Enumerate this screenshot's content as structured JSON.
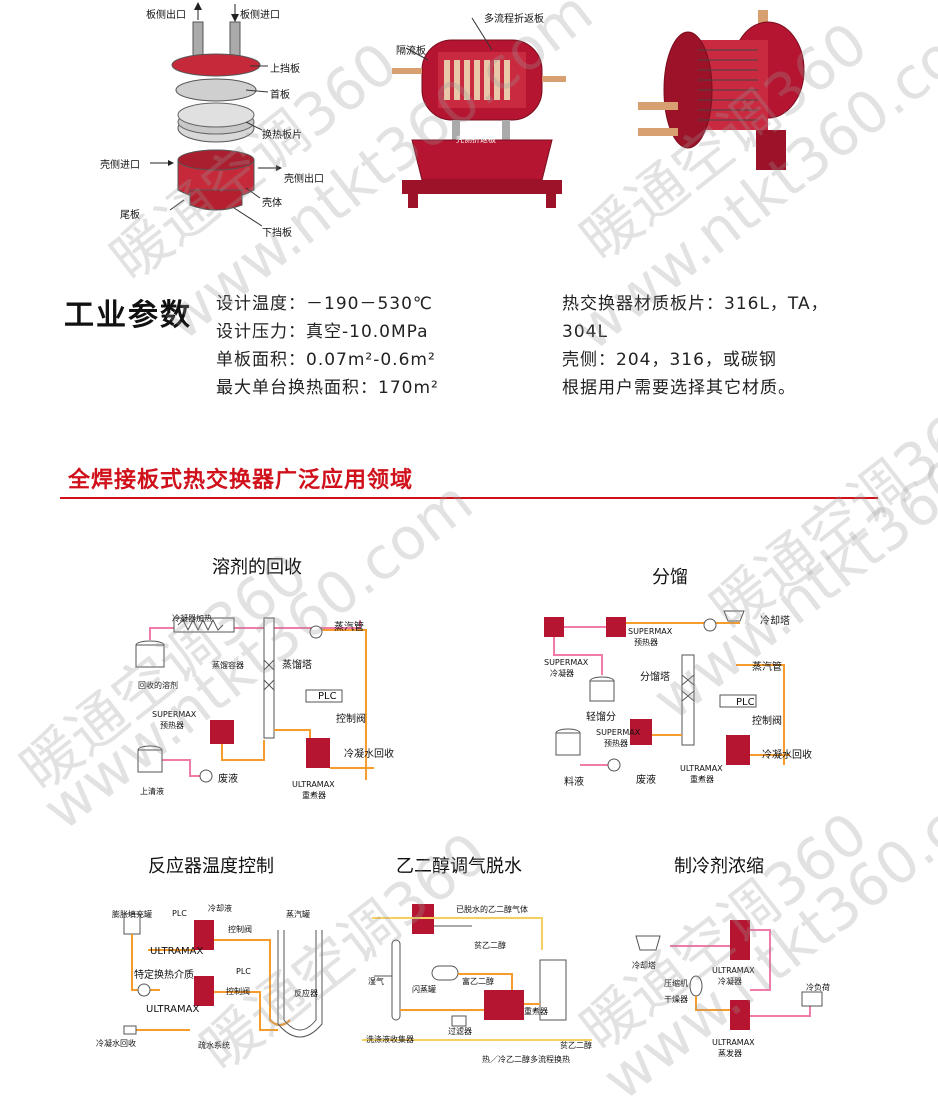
{
  "top_labels": {
    "plate_out": "板侧出口",
    "plate_in": "板侧进口",
    "upper_baffle": "上挡板",
    "head_plate": "首板",
    "heat_plates": "换热板片",
    "shell_in": "壳侧进口",
    "shell_out": "壳侧出口",
    "tail_plate": "尾板",
    "shell_body": "壳体",
    "lower_baffle": "下挡板",
    "multi_pass": "多流程折返板",
    "partition": "隔流板",
    "shell_return": "壳侧折返板"
  },
  "params": {
    "heading": "工业参数",
    "left": [
      "设计温度：－190－530℃",
      "设计压力：真空-10.0MPa",
      "单板面积：0.07m²-0.6m²",
      "最大单台换热面积：170m²"
    ],
    "right": [
      "热交换器材质板片：316L，TA，",
      "304L",
      "壳侧：204，316，或碳钢",
      "根据用户需要选择其它材质。"
    ]
  },
  "apps_title": "全焊接板式热交换器广泛应用领域",
  "diagrams": {
    "solvent": {
      "title": "溶剂的回收",
      "labels": {
        "cool_heat": "冷凝器加热",
        "recovered": "回收的溶剂",
        "condenser": "蒸馏容器",
        "tower": "蒸馏塔",
        "steam": "蒸汽管",
        "plc": "PLC",
        "valve": "控制阀",
        "supermax": "SUPERMAX",
        "preheater": "预热器",
        "waste": "废液",
        "clean": "上清液",
        "ultramax": "ULTRAMAX",
        "reboiler": "重煮器",
        "cond_return": "冷凝水回收"
      }
    },
    "fraction": {
      "title": "分馏",
      "labels": {
        "supermax1": "SUPERMAX",
        "preheater1": "预热器",
        "cooltower": "冷却塔",
        "supermax2": "SUPERMAX",
        "condenser": "冷凝器",
        "steam": "蒸汽管",
        "fraction_tower": "分馏塔",
        "light": "轻馏分",
        "plc": "PLC",
        "valve": "控制阀",
        "supermax3": "SUPERMAX",
        "preheater3": "预热器",
        "feed": "料液",
        "waste": "废液",
        "ultramax": "ULTRAMAX",
        "reboiler": "重煮器",
        "cond_return": "冷凝水回收"
      }
    },
    "reactor": {
      "title": "反应器温度控制",
      "labels": {
        "expansion": "膨胀填充罐",
        "plc1": "PLC",
        "coolant": "冷却液",
        "valve1": "控制阀",
        "steam_tank": "蒸汽罐",
        "ultramax1": "ULTRAMAX",
        "medium": "特定换热介质",
        "plc2": "PLC",
        "valve2": "控制阀",
        "ultramax2": "ULTRAMAX",
        "reactor": "反应器",
        "cond_return": "冷凝水回收",
        "drain": "疏水系统"
      }
    },
    "glycol": {
      "title": "乙二醇调气脱水",
      "labels": {
        "dry_gas": "已脱水的乙二醇气体",
        "lean": "贫乙二醇",
        "gas": "湿气",
        "flash": "闪蒸罐",
        "rich": "富乙二醇",
        "filter": "过滤器",
        "regen": "重煮器",
        "wash": "洗涤液收集器",
        "bottom": "热／冷乙二醇多流程换热",
        "lean2": "贫乙二醇"
      }
    },
    "refrig": {
      "title": "制冷剂浓缩",
      "labels": {
        "cooltower": "冷却塔",
        "ultramax1": "ULTRAMAX",
        "condenser": "冷凝器",
        "compressor": "压缩机",
        "dryer": "干燥器",
        "ultramax2": "ULTRAMAX",
        "evaporator": "蒸发器",
        "cold_load": "冷负荷"
      }
    }
  },
  "watermarks": [
    "暖通空调360",
    "www.ntkt360.com"
  ],
  "colors": {
    "accent_red": "#d0101a",
    "equipment_red": "#b51530",
    "pipe_orange": "#f59c2c",
    "pipe_pink": "#f07aa8"
  }
}
